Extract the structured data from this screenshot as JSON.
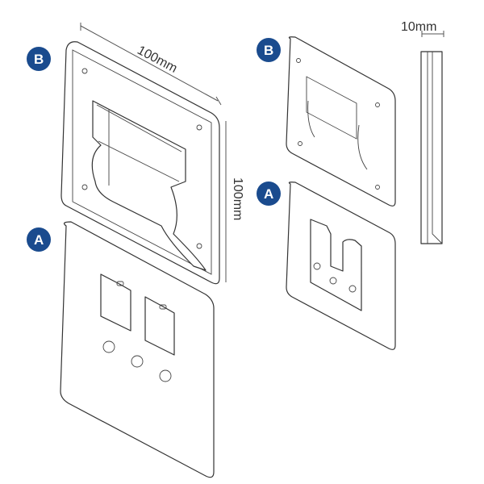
{
  "dimensions": {
    "width": "100mm",
    "height": "100mm",
    "thickness": "10mm"
  },
  "labels": {
    "left_top": "B",
    "left_bottom": "A",
    "right_top": "B",
    "right_bottom": "A"
  },
  "colors": {
    "badge": "#1a4b8e",
    "line": "#333333"
  }
}
